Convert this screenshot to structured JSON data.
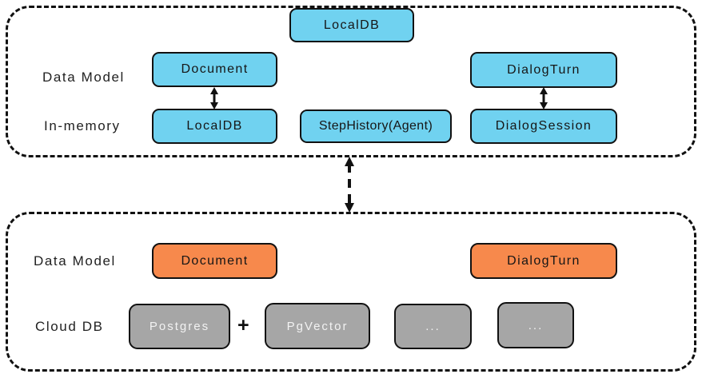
{
  "colors": {
    "box_blue": "#70d2f0",
    "box_orange": "#f7894c",
    "box_gray": "#a6a6a6",
    "outline": "#111111",
    "gray_box_text": "#f2f2f2",
    "text": "#1c1c1c"
  },
  "memory_section": {
    "floating_box": {
      "label": "LocalDB"
    },
    "row_labels": {
      "data_model": "Data Model",
      "in_memory": "In-memory"
    },
    "data_model_row": {
      "document": "Document",
      "dialog_turn": "DialogTurn"
    },
    "in_memory_row": {
      "local_db": "LocalDB",
      "step_history": "StepHistory(Agent)",
      "dialog_session": "DialogSession"
    }
  },
  "cloud_section": {
    "row_labels": {
      "data_model": "Data Model",
      "cloud_db": "Cloud DB"
    },
    "data_model_row": {
      "document": "Document",
      "dialog_turn": "DialogTurn"
    },
    "cloud_db_row": {
      "postgres": "Postgres",
      "plus": "+",
      "pgvector": "PgVector",
      "ellipsis_1": "...",
      "ellipsis_2": "..."
    }
  }
}
